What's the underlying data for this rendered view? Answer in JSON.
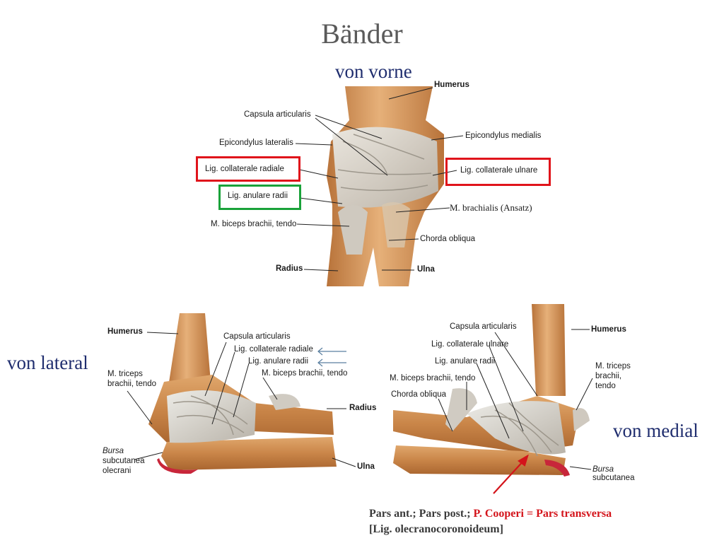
{
  "title": "Bänder",
  "views": {
    "front": "von vorne",
    "lateral": "von lateral",
    "medial": "von medial"
  },
  "front": {
    "humerus": "Humerus",
    "capsula": "Capsula articularis",
    "epi_lat": "Epicondylus lateralis",
    "epi_med": "Epicondylus medialis",
    "lig_col_rad": "Lig. collaterale radiale",
    "lig_col_uln": "Lig. collaterale ulnare",
    "lig_anul": "Lig. anulare radii",
    "brachialis": "M. brachialis (Ansatz)",
    "biceps": "M. biceps brachii, tendo",
    "chorda": "Chorda obliqua",
    "radius": "Radius",
    "ulna": "Ulna"
  },
  "lateral": {
    "humerus": "Humerus",
    "capsula": "Capsula articularis",
    "lig_col_rad": "Lig. collaterale radiale",
    "lig_anul": "Lig. anulare radii",
    "biceps": "M. biceps brachii, tendo",
    "triceps_1": "M. triceps",
    "triceps_2": "brachii, tendo",
    "radius": "Radius",
    "ulna": "Ulna",
    "bursa_1": "Bursa",
    "bursa_2": "subcutanea",
    "bursa_3": "olecrani"
  },
  "medial": {
    "capsula": "Capsula articularis",
    "humerus": "Humerus",
    "lig_col_uln": "Lig. collaterale ulnare",
    "lig_anul": "Lig. anulare radii",
    "biceps": "M. biceps brachii, tendo",
    "chorda": "Chorda obliqua",
    "triceps_1": "M. triceps",
    "triceps_2": "brachii,",
    "triceps_3": "tendo",
    "bursa_1": "Bursa",
    "bursa_2": "subcutanea"
  },
  "note": {
    "part1": "Pars ant.; Pars post.; ",
    "part2": "P. Cooperi = Pars transversa",
    "line2": "[Lig. olecranocoronoideum]"
  },
  "colors": {
    "red_box": "#e0141b",
    "green_box": "#1aa23a",
    "title": "#5a5a5a",
    "view_label": "#1f2d6e",
    "bone": "#d69a5c",
    "ligament": "#d9d4cb"
  }
}
